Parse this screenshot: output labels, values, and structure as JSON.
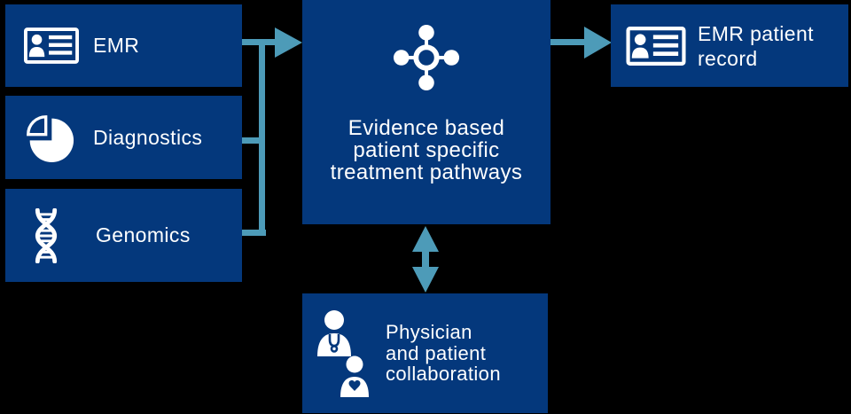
{
  "colors": {
    "navy": "#04387C",
    "teal": "#4D9BB8",
    "text": "#FFFFFF",
    "background": "#000000"
  },
  "nodes": {
    "emr": {
      "label": "EMR",
      "icon": "id-card-icon"
    },
    "diagnostics": {
      "label": "Diagnostics",
      "icon": "pie-chart-icon"
    },
    "genomics": {
      "label": "Genomics",
      "icon": "dna-icon"
    },
    "pathways": {
      "lines": [
        "Evidence based",
        "patient specific",
        "treatment pathways"
      ],
      "icon": "network-hub-icon"
    },
    "emr_record": {
      "lines": [
        "EMR patient",
        "record"
      ],
      "icon": "id-card-icon"
    },
    "collaboration": {
      "lines": [
        "Physician",
        "and patient",
        "collaboration"
      ],
      "icon": "physician-patient-icon"
    }
  },
  "connections": [
    {
      "from": "emr",
      "to": "pathways",
      "type": "arrow"
    },
    {
      "from": "diagnostics",
      "to": "pathways",
      "type": "merge-line"
    },
    {
      "from": "genomics",
      "to": "pathways",
      "type": "merge-line"
    },
    {
      "from": "pathways",
      "to": "emr_record",
      "type": "arrow"
    },
    {
      "from": "pathways",
      "to": "collaboration",
      "type": "double-arrow"
    }
  ]
}
